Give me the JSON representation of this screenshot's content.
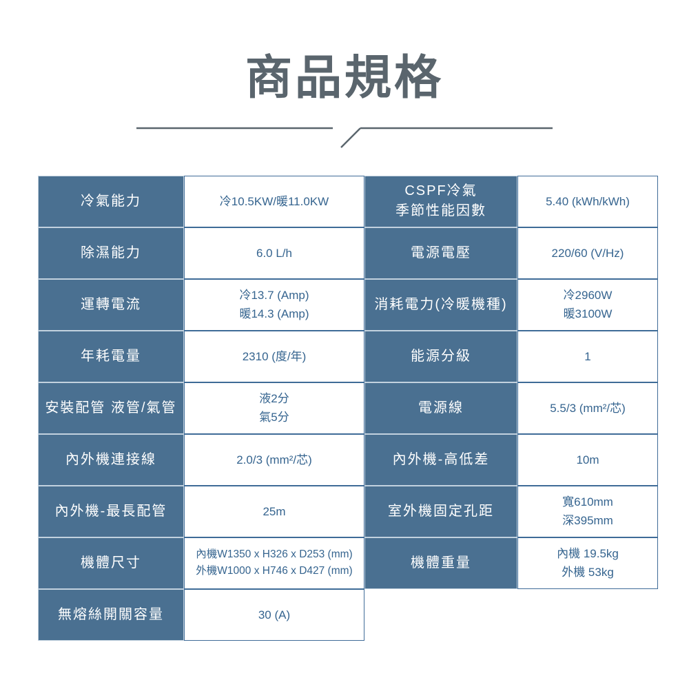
{
  "header": {
    "title": "商品規格"
  },
  "colors": {
    "title_text": "#5a656d",
    "divider_line": "#5a656d",
    "label_cell_bg": "#4a7091",
    "label_cell_text": "#ffffff",
    "value_cell_text": "#35648f",
    "label_cell_border": "#c3d2df",
    "value_cell_border": "#3e6b97"
  },
  "table": {
    "rows": [
      {
        "label1": "冷氣能力",
        "value1": "冷10.5KW/暖11.0KW",
        "label2": "CSPF冷氣\n季節性能因數",
        "value2": "5.40 (kWh/kWh)"
      },
      {
        "label1": "除濕能力",
        "value1": "6.0 L/h",
        "label2": "電源電壓",
        "value2": "220/60 (V/Hz)"
      },
      {
        "label1": "運轉電流",
        "value1": "冷13.7 (Amp)\n暖14.3 (Amp)",
        "label2": "消耗電力(冷暖機種)",
        "value2": "冷2960W\n暖3100W"
      },
      {
        "label1": "年耗電量",
        "value1": "2310 (度/年)",
        "label2": "能源分級",
        "value2": "1"
      },
      {
        "label1": "安裝配管 液管/氣管",
        "value1": "液2分\n氣5分",
        "label2": "電源線",
        "value2": "5.5/3 (mm²/芯)"
      },
      {
        "label1": "內外機連接線",
        "value1": "2.0/3 (mm²/芯)",
        "label2": "內外機-高低差",
        "value2": "10m"
      },
      {
        "label1": "內外機-最長配管",
        "value1": "25m",
        "label2": "室外機固定孔距",
        "value2": "寬610mm\n深395mm"
      },
      {
        "label1": "機體尺寸",
        "value1": "內機W1350 x H326 x D253 (mm)\n外機W1000 x H746 x D427 (mm)",
        "label2": "機體重量",
        "value2": "內機 19.5kg\n外機 53kg"
      }
    ],
    "last_row": {
      "label": "無熔絲開關容量",
      "value": "30 (A)"
    }
  }
}
